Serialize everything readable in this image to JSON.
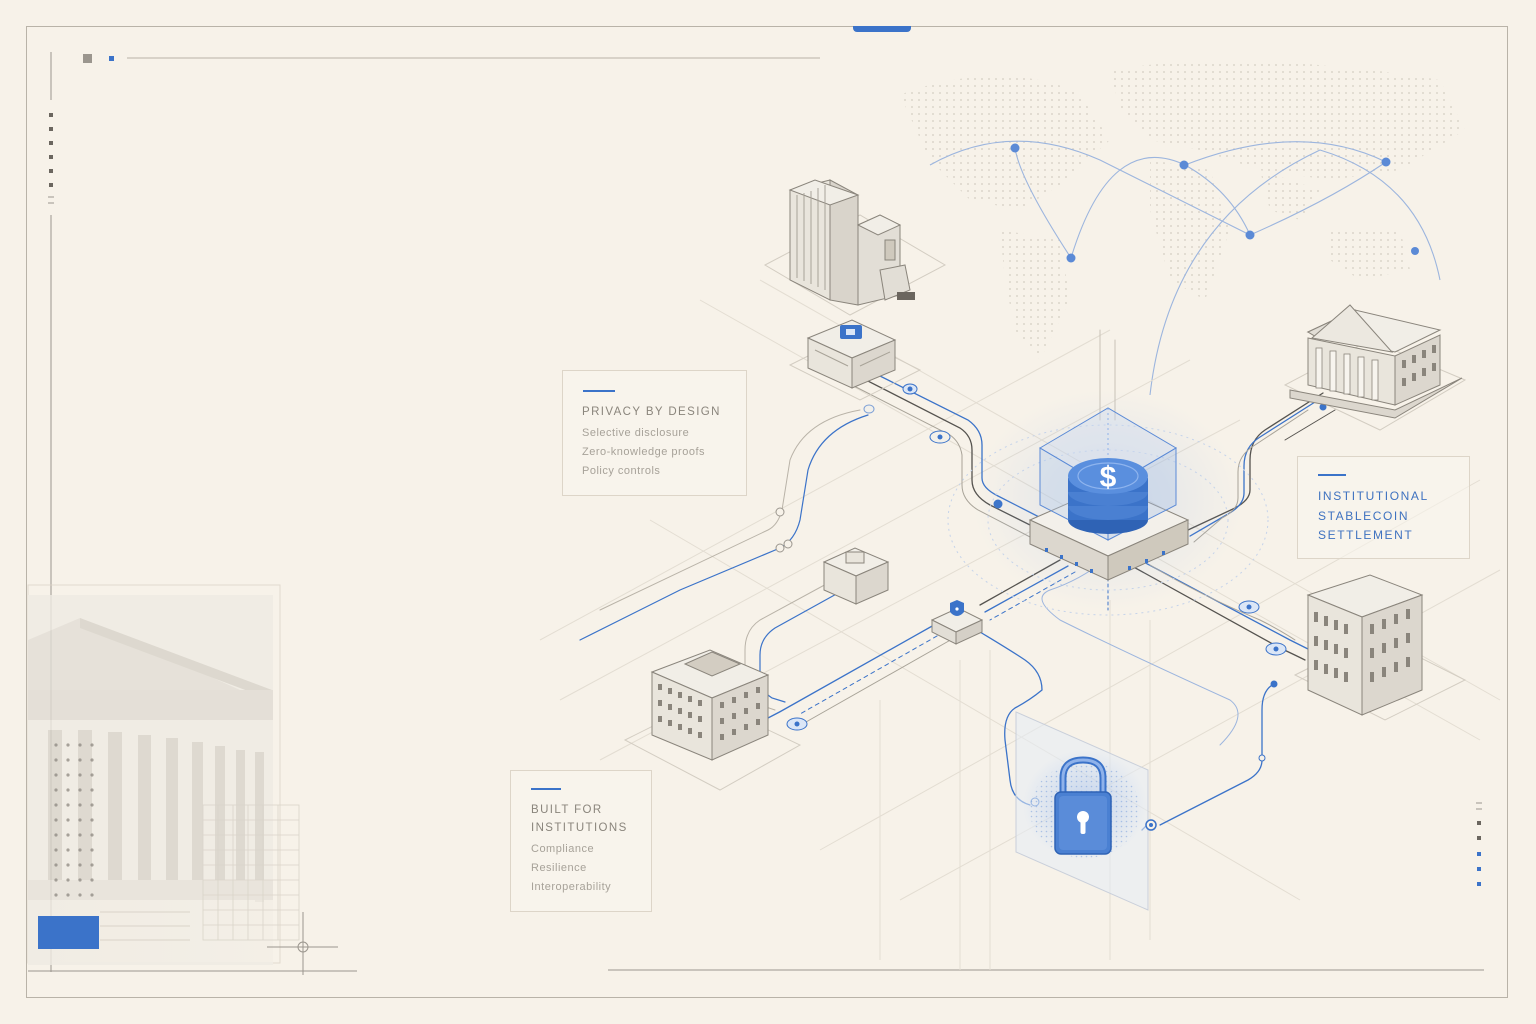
{
  "cards": {
    "privacy": {
      "title": "PRIVACY BY DESIGN",
      "items": [
        "Selective disclosure",
        "Zero-knowledge proofs",
        "Policy controls"
      ]
    },
    "institutions": {
      "title": "BUILT FOR\nINSTITUTIONS",
      "items": [
        "Compliance",
        "Resilience",
        "Interoperability"
      ]
    },
    "settlement": {
      "title": "INSTITUTIONAL\nSTABLECOIN\nSETTLEMENT"
    }
  },
  "hub": {
    "symbol": "$"
  },
  "icons": {
    "hub": "dollar-coin-stack-icon",
    "vault": "padlock-icon",
    "gateway": "shield-icon"
  },
  "colors": {
    "background": "#f7f2e9",
    "accent": "#3b73c9",
    "line": "#b9b3a8",
    "text_muted": "#8a857c"
  }
}
